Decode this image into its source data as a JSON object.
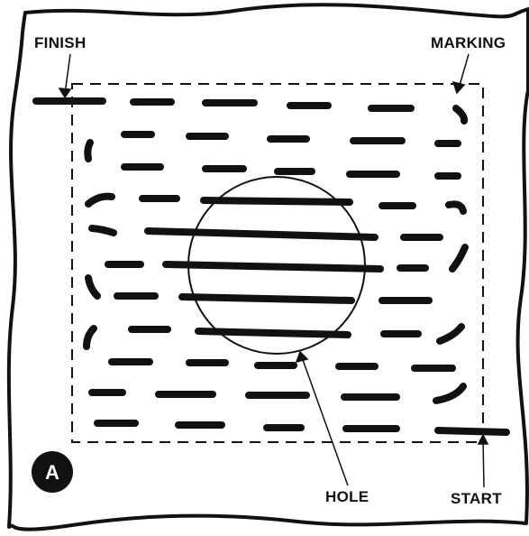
{
  "figure": {
    "badge": "A",
    "labels": {
      "finish": "FINISH",
      "marking": "MARKING",
      "hole": "HOLE",
      "start": "START"
    }
  },
  "colors": {
    "ink": "#111111",
    "paper": "#ffffff",
    "badge_fill": "#111111",
    "badge_text": "#ffffff"
  }
}
